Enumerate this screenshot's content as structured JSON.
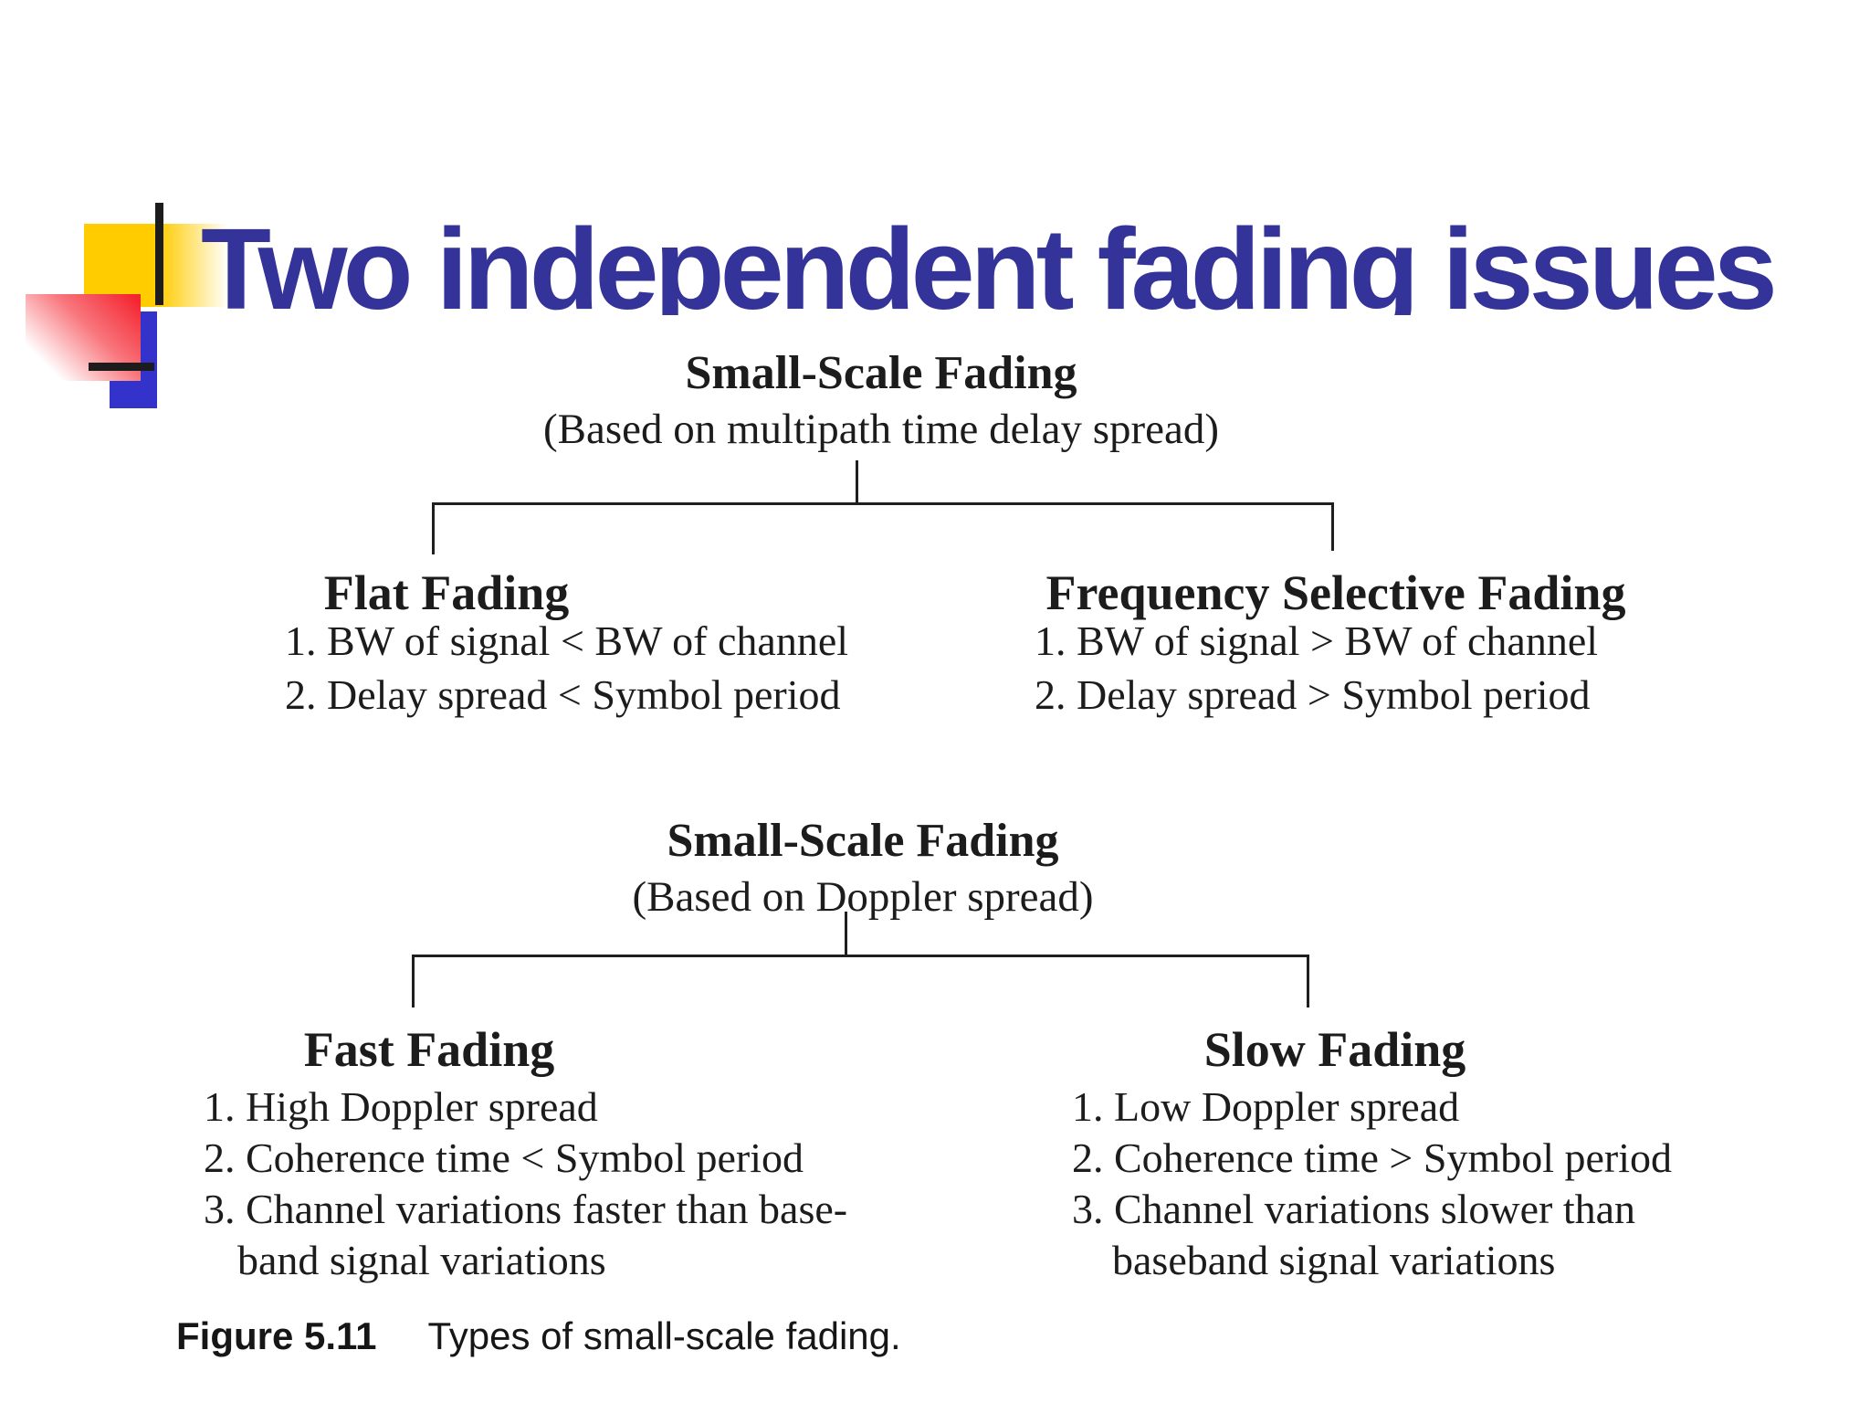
{
  "slide": {
    "title": "Two independent fading issues"
  },
  "figure": {
    "tree_delay": {
      "root_title": "Small-Scale Fading",
      "root_subtitle": "(Based on multipath time delay spread)",
      "left_branch": {
        "heading": "Flat Fading",
        "items": [
          "1. BW of signal < BW of channel",
          "2. Delay spread < Symbol period"
        ]
      },
      "right_branch": {
        "heading": "Frequency Selective Fading",
        "items": [
          "1. BW of signal > BW of channel",
          "2. Delay spread > Symbol period"
        ]
      }
    },
    "tree_doppler": {
      "root_title": "Small-Scale Fading",
      "root_subtitle": "(Based on Doppler spread)",
      "left_branch": {
        "heading": "Fast Fading",
        "items": [
          "1. High Doppler spread",
          "2. Coherence time < Symbol period",
          "3. Channel variations faster than base-",
          "band signal variations"
        ]
      },
      "right_branch": {
        "heading": "Slow Fading",
        "items": [
          "1. Low Doppler spread",
          "2. Coherence time > Symbol period",
          "3. Channel variations slower than",
          "baseband signal variations"
        ]
      }
    },
    "caption": {
      "label": "Figure 5.11",
      "text": "Types of small-scale fading."
    }
  },
  "colors": {
    "title_blue": "#333399",
    "accent_yellow": "#ffcc00",
    "accent_red": "#f42430",
    "accent_blue": "#3333cc",
    "ink": "#1c1c1c"
  }
}
